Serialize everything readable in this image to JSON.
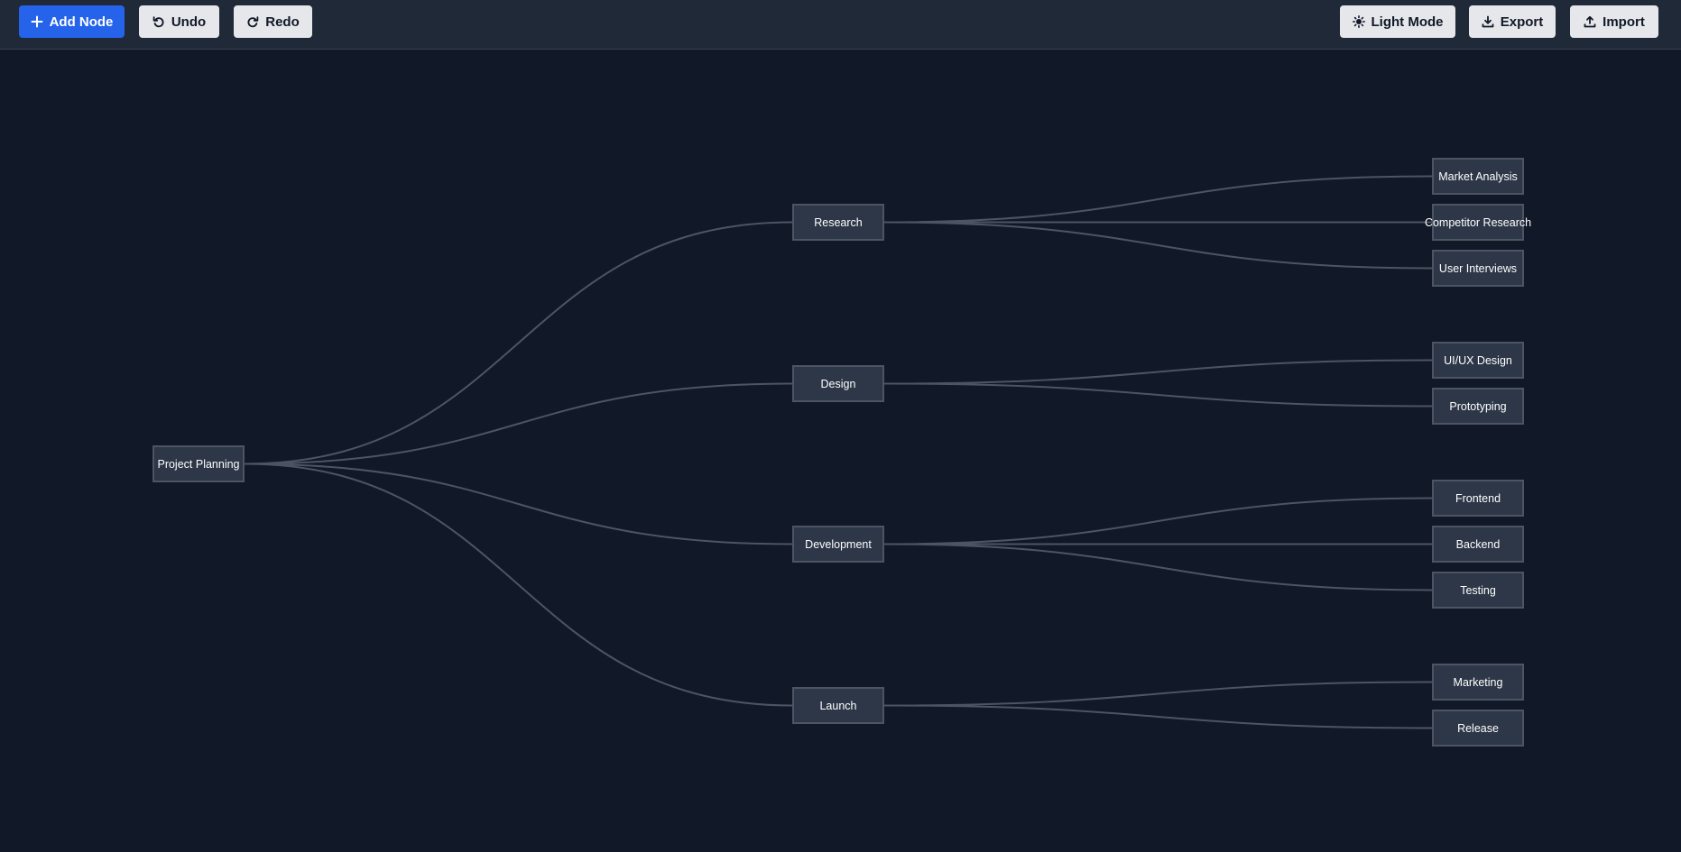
{
  "toolbar": {
    "add_node_label": "Add Node",
    "undo_label": "Undo",
    "redo_label": "Redo",
    "light_mode_label": "Light Mode",
    "export_label": "Export",
    "import_label": "Import"
  },
  "colors": {
    "toolbar_bg": "#1f2937",
    "canvas_bg": "#111827",
    "primary_button": "#2563eb",
    "secondary_button": "#e5e7eb",
    "node_bg": "#2d3748",
    "node_border": "#4b5563",
    "edge": "#4b5563"
  },
  "mindmap": {
    "root": "Project Planning",
    "branches": [
      {
        "label": "Research",
        "children": [
          "Market Analysis",
          "Competitor Research",
          "User Interviews"
        ]
      },
      {
        "label": "Design",
        "children": [
          "UI/UX Design",
          "Prototyping"
        ]
      },
      {
        "label": "Development",
        "children": [
          "Frontend",
          "Backend",
          "Testing"
        ]
      },
      {
        "label": "Launch",
        "children": [
          "Marketing",
          "Release"
        ]
      }
    ]
  }
}
